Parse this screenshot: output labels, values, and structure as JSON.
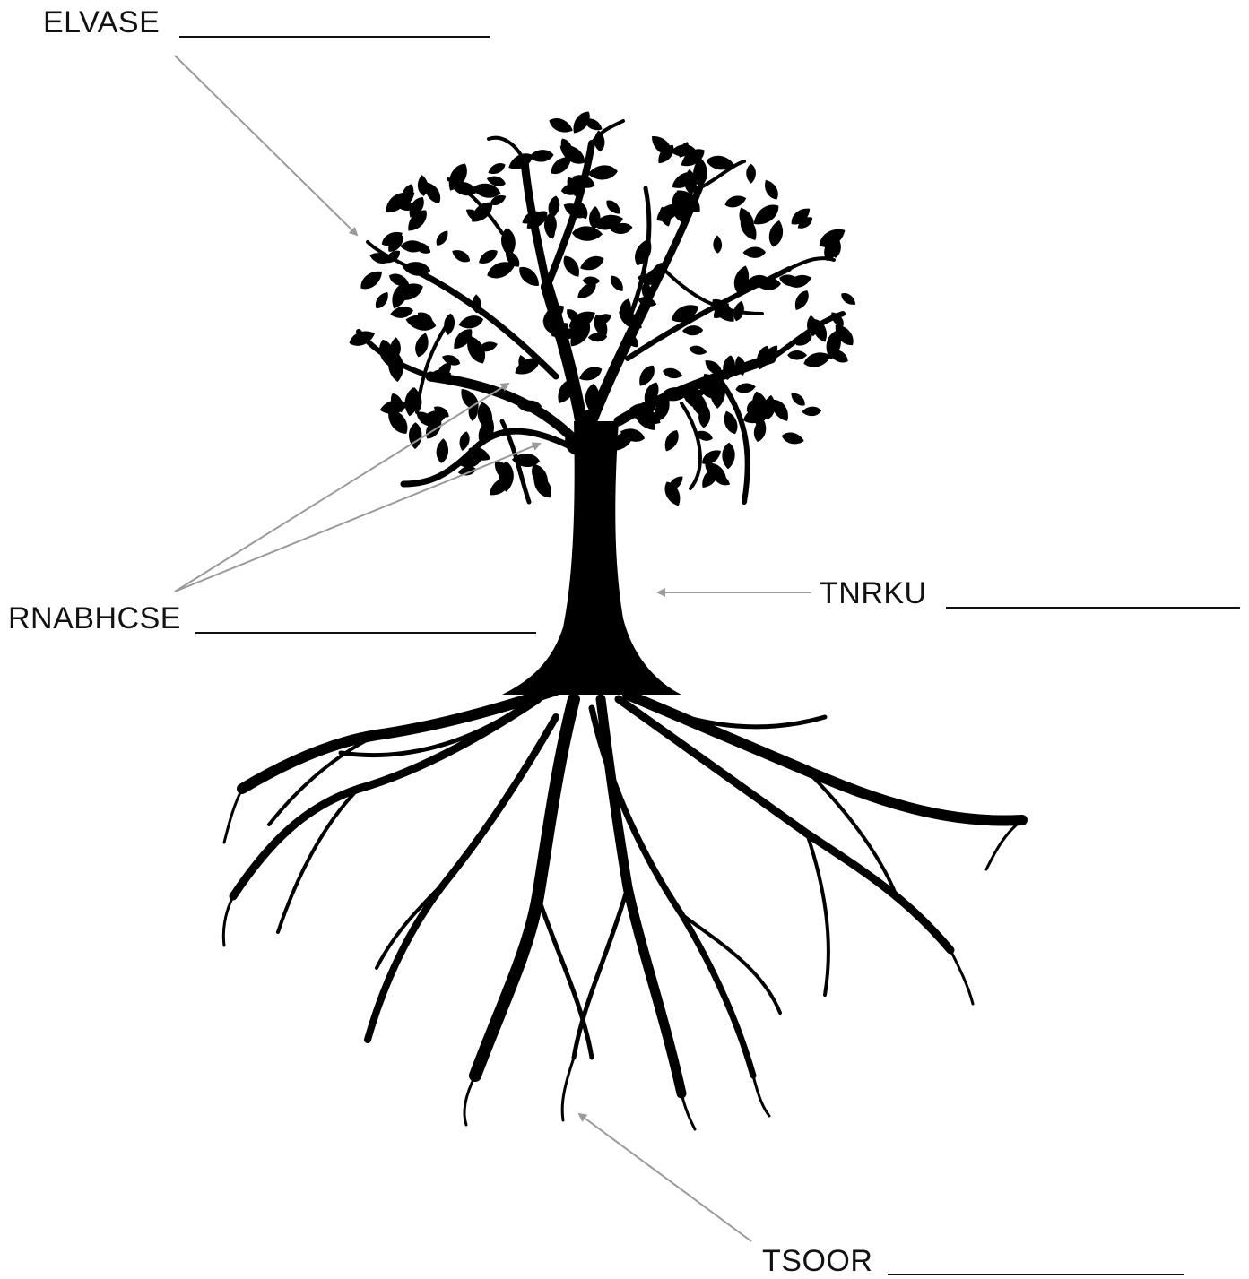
{
  "worksheet": {
    "labels": [
      {
        "id": "leaves",
        "scrambled": "ELVASE"
      },
      {
        "id": "branches",
        "scrambled": "RNABHCSE"
      },
      {
        "id": "trunk",
        "scrambled": "TNRKU"
      },
      {
        "id": "roots",
        "scrambled": "TSOOR"
      }
    ]
  },
  "colors": {
    "ink": "#000000",
    "arrow": "#9a9a9a",
    "text": "#111111",
    "background": "#ffffff"
  },
  "illustration": {
    "subject": "tree silhouette with leaves, branches, trunk and roots",
    "icon": "tree-icon"
  }
}
